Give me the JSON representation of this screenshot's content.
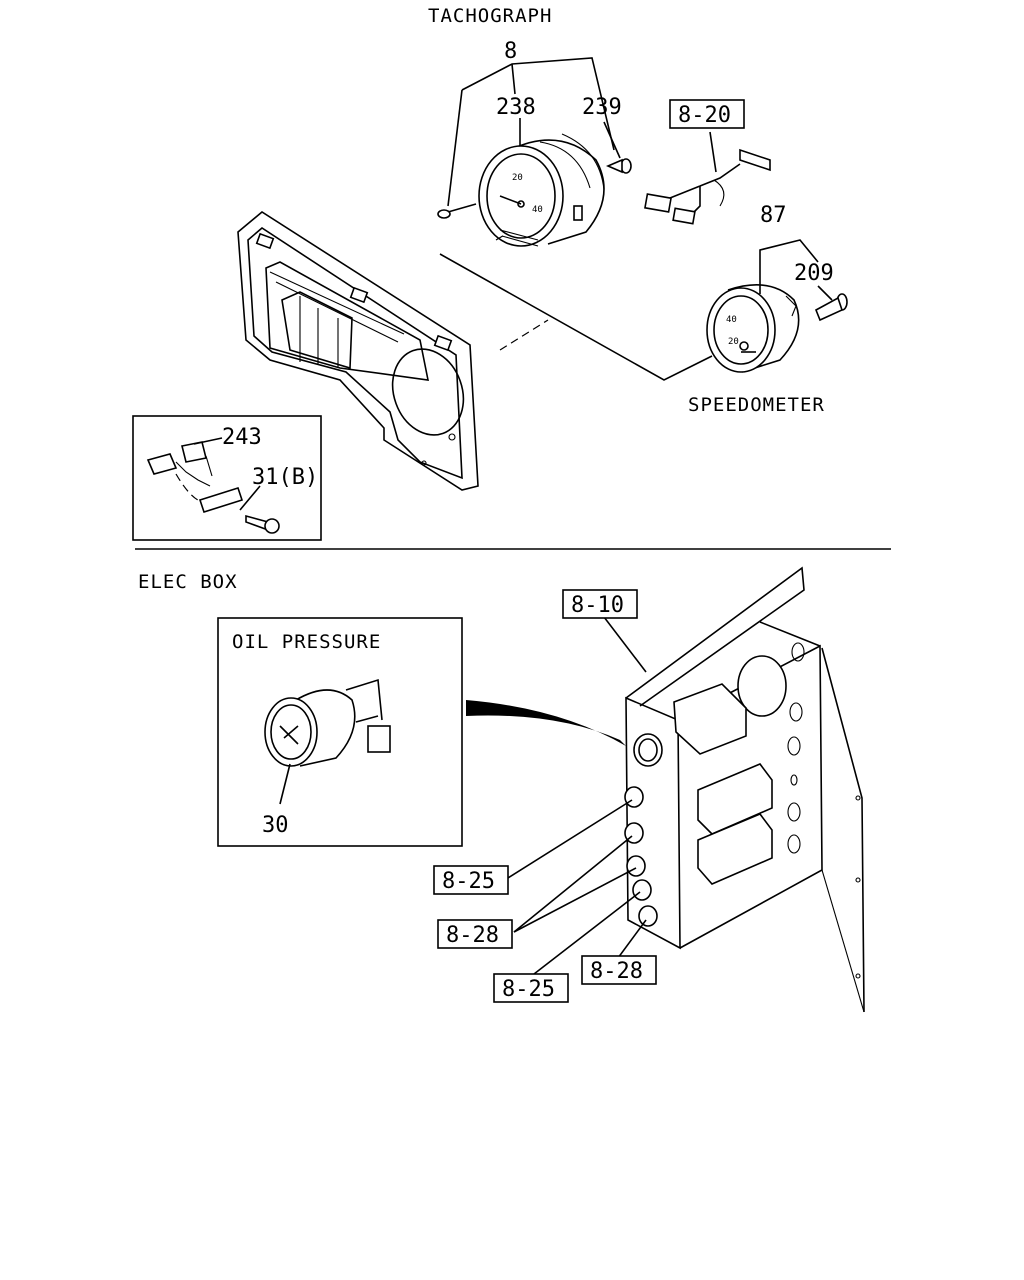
{
  "sections": {
    "tachograph": "TACHOGRAPH",
    "speedometer": "SPEEDOMETER",
    "elec_box": "ELEC BOX",
    "oil_pressure": "OIL PRESSURE"
  },
  "callouts": {
    "c8": "8",
    "c238": "238",
    "c239": "239",
    "c8_20": "8-20",
    "c87": "87",
    "c209": "209",
    "c243": "243",
    "c31b": "31(B)",
    "c8_10": "8-10",
    "c30": "30",
    "c8_25a": "8-25",
    "c8_28a": "8-28",
    "c8_28b": "8-28",
    "c8_25b": "8-25"
  },
  "gauge_marks": {
    "tacho_a": "20",
    "tacho_b": "40",
    "speedo_a": "40",
    "speedo_b": "20"
  }
}
